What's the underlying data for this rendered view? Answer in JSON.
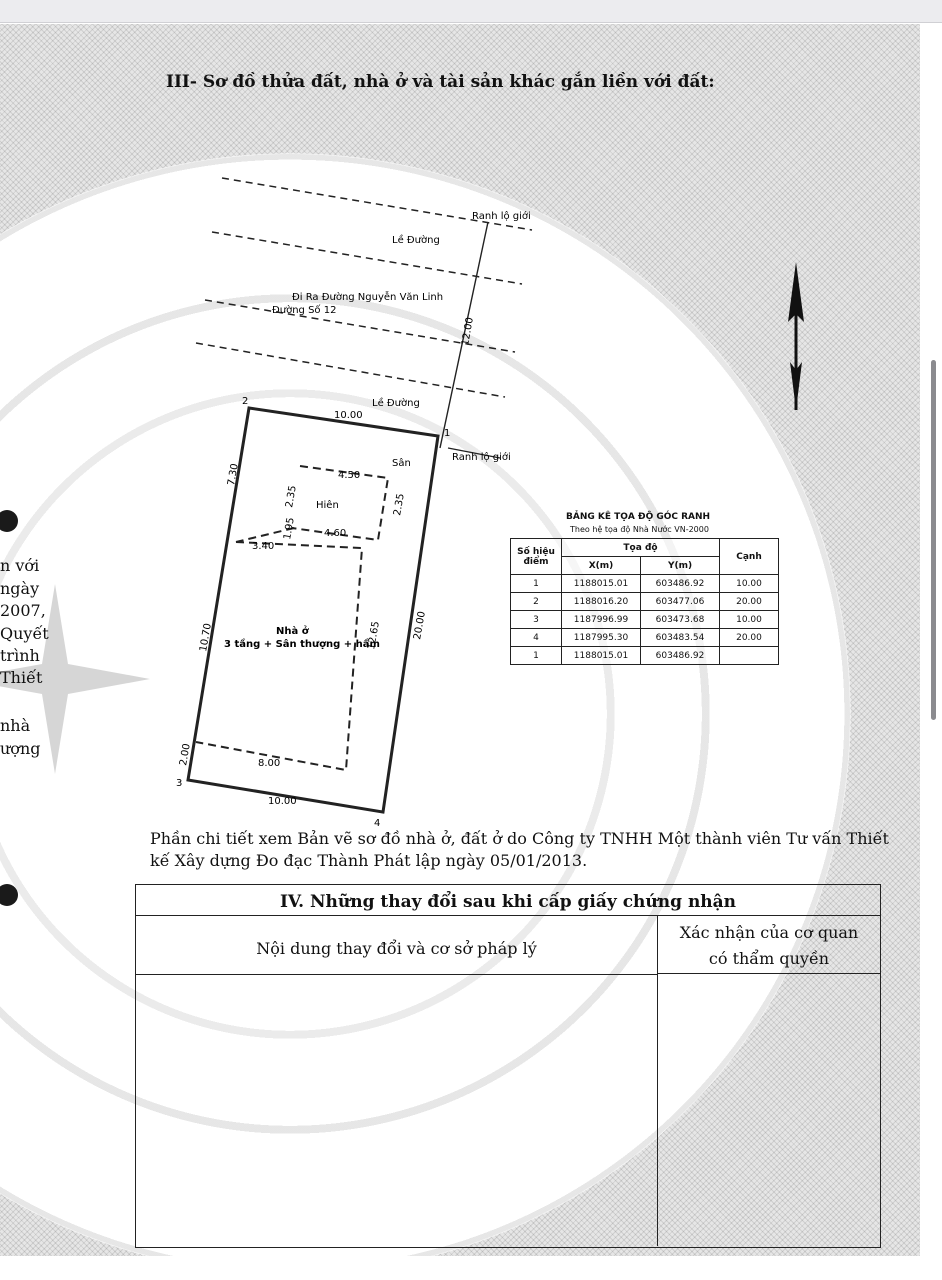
{
  "section3": {
    "title": "III- Sơ đồ thửa đất, nhà ở và tài sản khác gắn liền với đất:"
  },
  "left_fragments": [
    "n với",
    "ngày",
    "2007,",
    "Quyết",
    "trình",
    "Thiết",
    "nhà",
    "ượng"
  ],
  "sketch": {
    "boundary_top": "Ranh lộ giới",
    "boundary_mid": "Ranh lộ giới",
    "road_edge_top": "Lề Đường",
    "road_name_1": "Đi Ra Đường Nguyễn Văn Linh",
    "road_name_2": "Đường Số 12",
    "road_edge_bottom": "Lề Đường",
    "road_width": "12.00",
    "lot_top": "10.00",
    "lot_bottom": "10.00",
    "lot_left": "10.70",
    "lot_left_upper": "7.30",
    "lot_left_lower": "2.00",
    "lot_right": "20.00",
    "yard_label": "Sân",
    "porch_label": "Hiên",
    "porch_top": "4.50",
    "porch_bottom": "4.60",
    "porch_left": "2.35",
    "porch_right": "2.35",
    "porch_gap": "1.95",
    "house_left_width": "3.40",
    "house_depth": "12.65",
    "house_bottom": "8.00",
    "house_label_1": "Nhà ở",
    "house_label_2": "3 tầng + Sân thượng + hầm",
    "corner_1": "1",
    "corner_2": "2",
    "corner_3": "3",
    "corner_4": "4"
  },
  "coord_table": {
    "title": "BẢNG KÊ TỌA ĐỘ GÓC RANH",
    "subtitle": "Theo hệ tọa độ Nhà Nước VN-2000",
    "col_point": "Số hiệu điểm",
    "col_coord": "Tọa độ",
    "col_x": "X(m)",
    "col_y": "Y(m)",
    "col_edge": "Cạnh",
    "rows": [
      {
        "point": "1",
        "x": "1188015.01",
        "y": "603486.92"
      },
      {
        "point": "2",
        "x": "1188016.20",
        "y": "603477.06"
      },
      {
        "point": "3",
        "x": "1187996.99",
        "y": "603473.68"
      },
      {
        "point": "4",
        "x": "1187995.30",
        "y": "603483.54"
      },
      {
        "point": "1",
        "x": "1188015.01",
        "y": "603486.92"
      }
    ],
    "edges": [
      "10.00",
      "20.00",
      "10.00",
      "20.00"
    ]
  },
  "note": "Phần chi tiết xem Bản vẽ sơ đồ nhà ở, đất ở do Công ty TNHH Một thành viên Tư vấn Thiết kế Xây dựng Đo đạc Thành Phát lập ngày 05/01/2013.",
  "section4": {
    "title": "IV. Những thay đổi sau khi cấp giấy chứng nhận",
    "col_content": "Nội dung thay đổi và cơ sở pháp lý",
    "col_confirm_1": "Xác nhận của cơ quan",
    "col_confirm_2": "có thẩm quyền"
  }
}
